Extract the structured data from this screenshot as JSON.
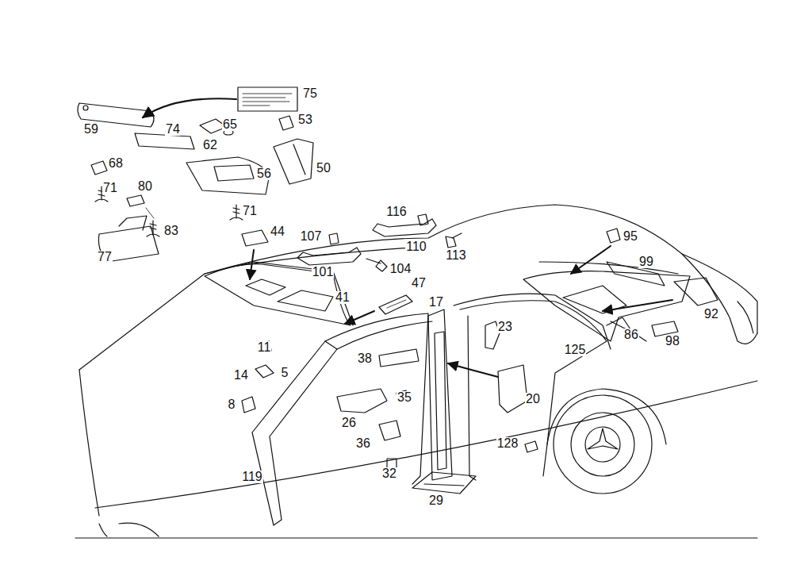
{
  "diagram": {
    "labels": [
      "75",
      "59",
      "74",
      "65",
      "53",
      "62",
      "50",
      "68",
      "56",
      "80",
      "71",
      "71",
      "83",
      "77",
      "44",
      "116",
      "95",
      "107",
      "110",
      "113",
      "99",
      "101",
      "104",
      "47",
      "41",
      "17",
      "23",
      "92",
      "86",
      "98",
      "125",
      "11",
      "38",
      "14",
      "5",
      "35",
      "20",
      "8",
      "26",
      "36",
      "128",
      "32",
      "119",
      "29"
    ]
  }
}
